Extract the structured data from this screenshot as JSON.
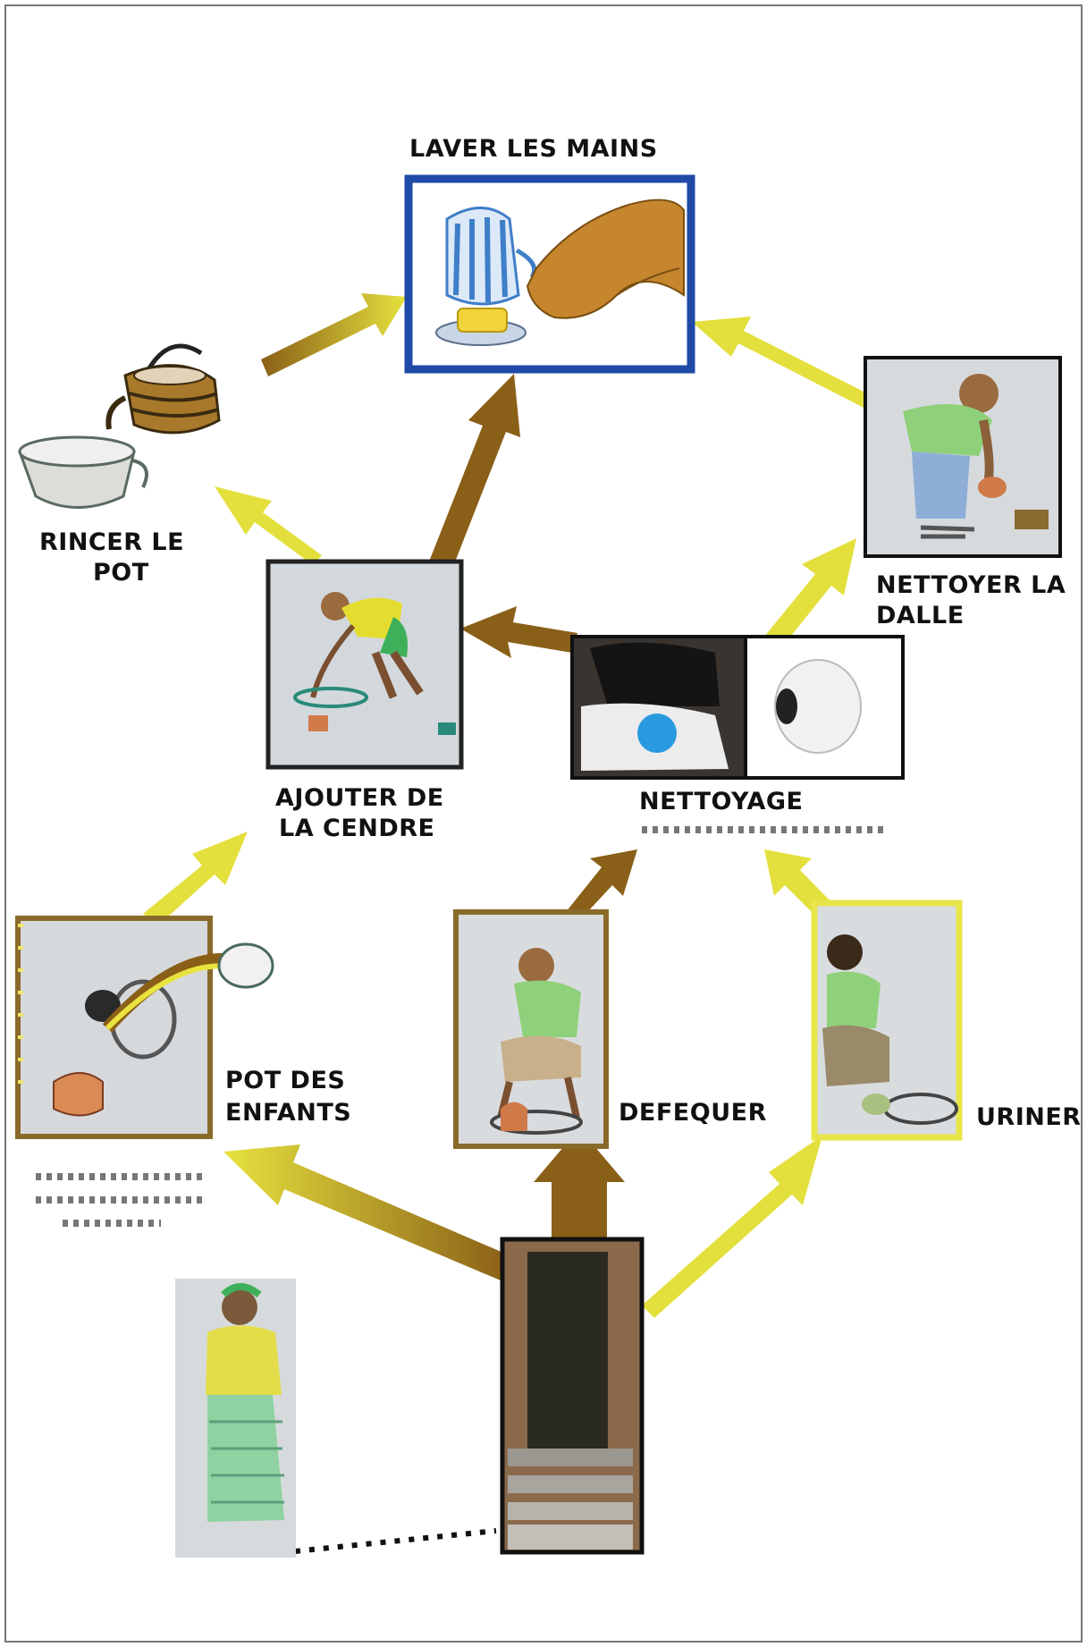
{
  "labels": {
    "wash_hands": "LAVER LES MAINS",
    "rinse_pot_line1": "RINCER LE",
    "rinse_pot_line2": "POT",
    "clean_slab_line1": "NETTOYER LA",
    "clean_slab_line2": "DALLE",
    "add_ash_line1": "AJOUTER DE",
    "add_ash_line2": "LA CENDRE",
    "cleaning": "NETTOYAGE",
    "children_pot_line1": "POT DES",
    "children_pot_line2": "ENFANTS",
    "defecate": "DEFEQUER",
    "urinate": "URINER"
  },
  "colors": {
    "frame_blue": "#1f4aa8",
    "arrow_yellow": "#e3e03e",
    "arrow_brown": "#8a5f17",
    "frame_brown": "#8a6a2a",
    "frame_yellow": "#e8e54a"
  }
}
